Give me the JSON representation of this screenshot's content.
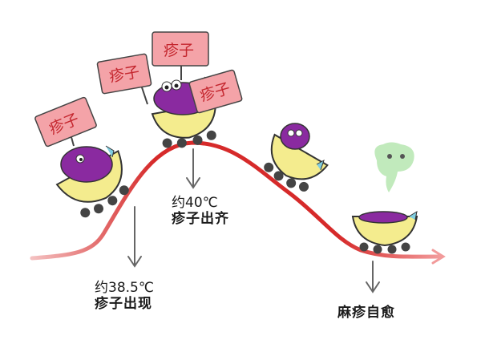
{
  "stages": [
    {
      "temp": "约38.5℃",
      "label": "疹子出现"
    },
    {
      "temp": "约40℃",
      "label": "疹子出齐"
    },
    {
      "temp": "",
      "label": "麻疹自愈"
    }
  ],
  "signs": [
    "疹子",
    "疹子",
    "疹子",
    "疹子"
  ],
  "colors": {
    "curve": "#d62a2a",
    "cart": "#f4ec8e",
    "virus": "#8a2aa0",
    "sign": "#f4a3a8",
    "ghost": "#b6e6b0"
  }
}
